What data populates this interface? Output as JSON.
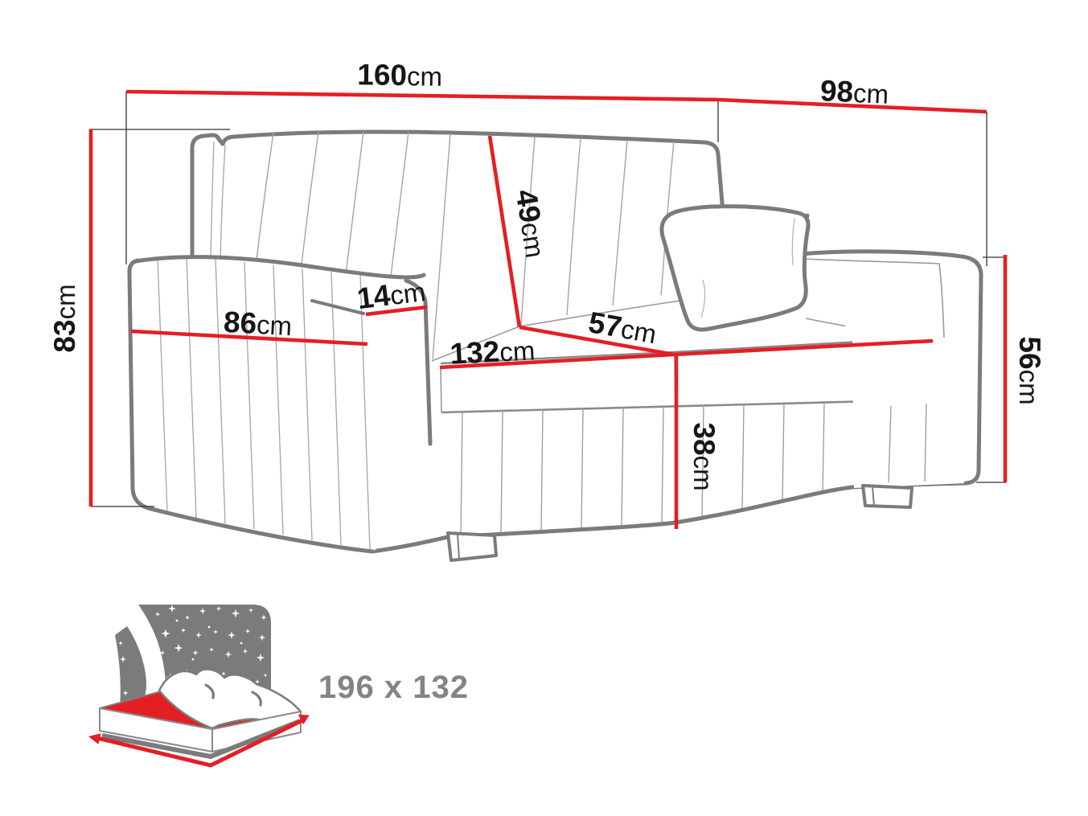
{
  "diagram": {
    "type": "sofa-dimension-diagram",
    "dimensions": {
      "overall_width": {
        "value": "160",
        "unit": "cm"
      },
      "overall_depth": {
        "value": "98",
        "unit": "cm"
      },
      "overall_height": {
        "value": "83",
        "unit": "cm"
      },
      "backrest_height": {
        "value": "49",
        "unit": "cm"
      },
      "armrest_top_width": {
        "value": "14",
        "unit": "cm"
      },
      "armrest_length": {
        "value": "86",
        "unit": "cm"
      },
      "seat_width": {
        "value": "132",
        "unit": "cm"
      },
      "seat_depth": {
        "value": "57",
        "unit": "cm"
      },
      "seat_height": {
        "value": "38",
        "unit": "cm"
      },
      "armrest_height": {
        "value": "56",
        "unit": "cm"
      }
    },
    "sleeping_area": {
      "label": "196 x 132"
    },
    "colors": {
      "dimension_line": "#e41f24",
      "sofa_outline": "#7b7b7b",
      "label_text": "#161616",
      "icon_gray": "#7b7b7b",
      "icon_text": "#848484"
    }
  }
}
